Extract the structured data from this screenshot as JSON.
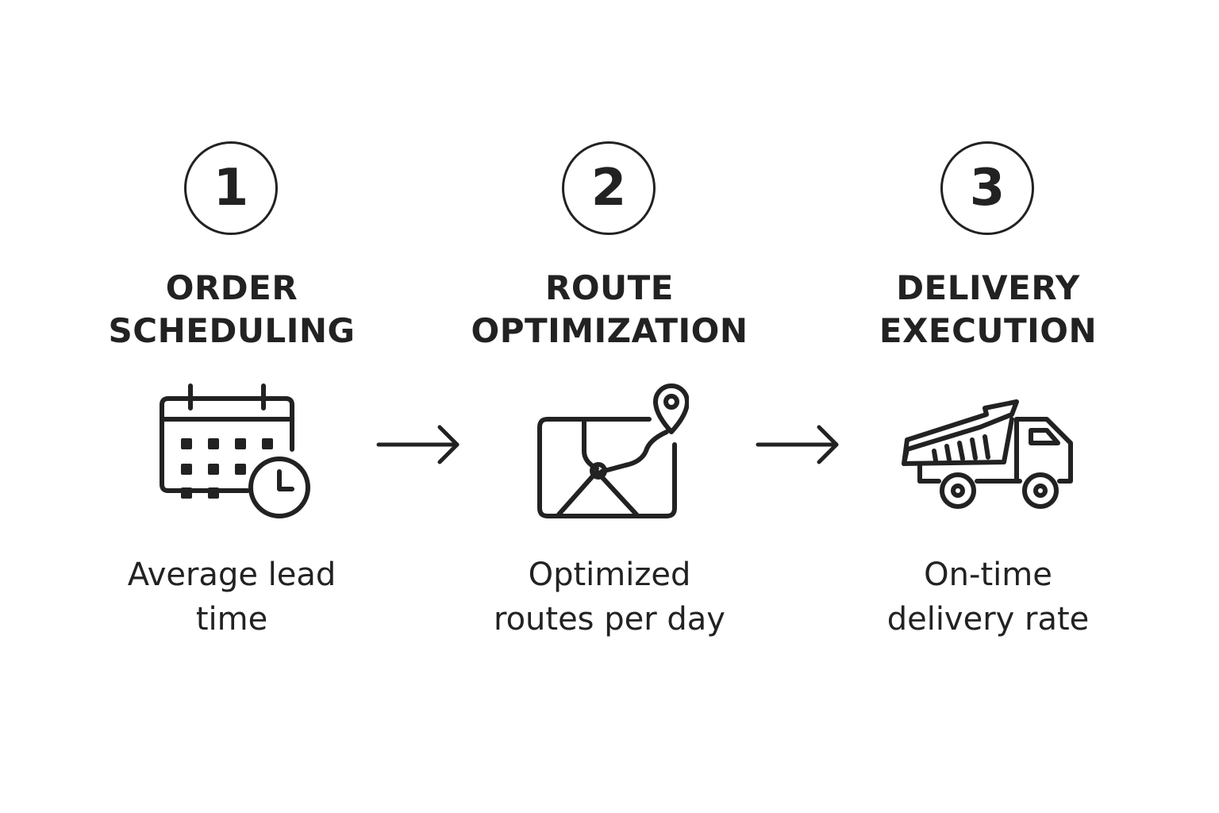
{
  "steps": [
    {
      "number": "1",
      "title_line1": "ORDER",
      "title_line2": "SCHEDULING",
      "icon": "calendar-clock-icon",
      "desc_line1": "Average lead",
      "desc_line2": "time"
    },
    {
      "number": "2",
      "title_line1": "ROUTE",
      "title_line2": "OPTIMIZATION",
      "icon": "map-pin-icon",
      "desc_line1": "Optimized",
      "desc_line2": "routes per day"
    },
    {
      "number": "3",
      "title_line1": "DELIVERY",
      "title_line2": "EXECUTION",
      "icon": "dump-truck-icon",
      "desc_line1": "On-time",
      "desc_line2": "delivery rate"
    }
  ],
  "connectors": [
    "right-arrow-icon",
    "right-arrow-icon"
  ],
  "colors": {
    "ink": "#222222",
    "background": "#ffffff"
  }
}
